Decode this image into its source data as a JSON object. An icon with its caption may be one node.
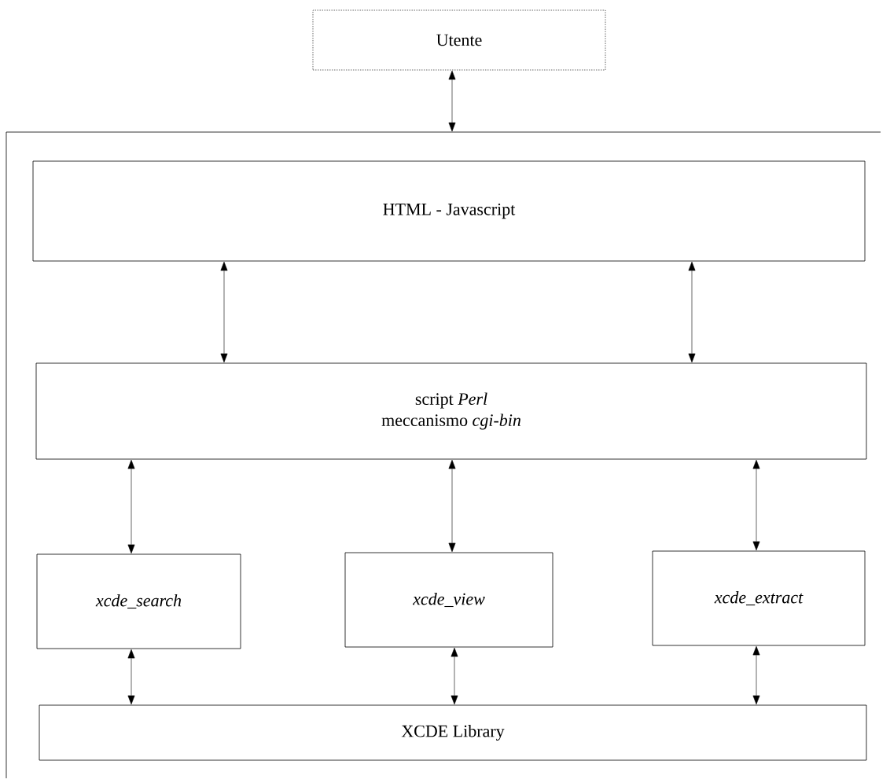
{
  "diagram": {
    "nodes": [
      {
        "text": [
          "Utente"
        ]
      },
      {
        "text": [],
        "shape": "box"
      },
      {
        "text": [
          "HTML - Javascript"
        ],
        "in": 1
      },
      {
        "text": [
          "script *Perl*",
          "meccanismo *cgi-bin*"
        ],
        "in": 1
      },
      {
        "text": [
          "xcde_search"
        ],
        "in": 1
      },
      {
        "text": [
          "xcde_view"
        ],
        "in": 1
      },
      {
        "text": [
          "xcde_extract"
        ],
        "in": 1
      },
      {
        "text": [
          "XCDE Library"
        ],
        "in": 1
      }
    ],
    "edges": [
      {
        "from": 0,
        "to": 1,
        "arrow": "both"
      },
      {
        "from": 2,
        "to": 3,
        "arrow": "both"
      },
      {
        "from": 2,
        "to": 3,
        "arrow": "both"
      },
      {
        "from": 3,
        "to": 4,
        "arrow": "both"
      },
      {
        "from": 3,
        "to": 5,
        "arrow": "both"
      },
      {
        "from": 3,
        "to": 6,
        "arrow": "both"
      },
      {
        "from": 4,
        "to": 7,
        "arrow": "both"
      },
      {
        "from": 5,
        "to": 7,
        "arrow": "both"
      },
      {
        "from": 6,
        "to": 7,
        "arrow": "both"
      }
    ]
  }
}
